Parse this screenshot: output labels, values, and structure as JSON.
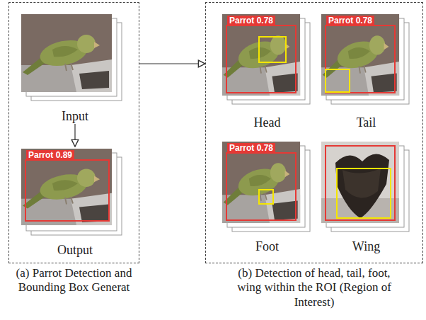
{
  "diagram": {
    "nodes": [
      {
        "text": [
          "(a) Parrot Detection and Bounding Box Generat"
        ]
      },
      {
        "text": [
          "Input"
        ],
        "in": 0
      },
      {
        "text": [
          "Parrot 0.89",
          "Output"
        ],
        "in": 0
      },
      {
        "text": [
          "(b) Detection of head, tail, foot, wing within the ROI (Region of Interest)"
        ]
      },
      {
        "text": [
          "Parrot 0.78",
          "Head"
        ],
        "in": 3
      },
      {
        "text": [
          "Parrot 0.78",
          "Tail"
        ],
        "in": 3
      },
      {
        "text": [
          "Parrot 0.78",
          "Foot"
        ],
        "in": 3
      },
      {
        "text": [
          "Wing"
        ],
        "in": 3
      }
    ],
    "edges": [
      {
        "from": 1,
        "to": 2,
        "arrow": "to"
      },
      {
        "from": 0,
        "to": 3,
        "arrow": "to"
      }
    ]
  }
}
